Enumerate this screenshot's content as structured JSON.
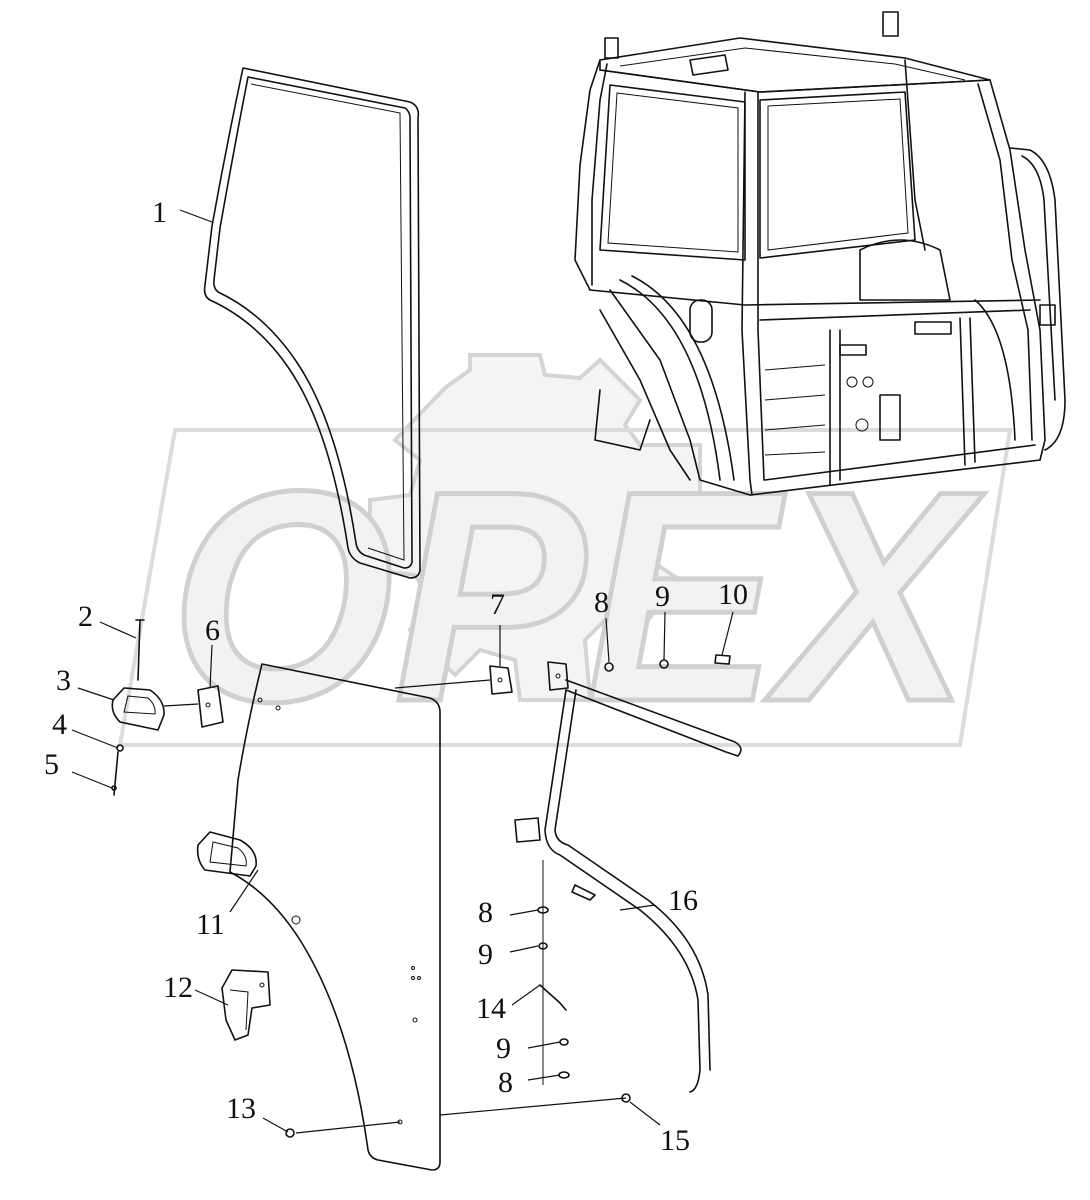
{
  "watermark": {
    "text": "OPEX",
    "color": "#d9d9d9"
  },
  "colors": {
    "line": "#111111",
    "background": "#ffffff"
  },
  "labels": [
    {
      "id": "1",
      "text": "1"
    },
    {
      "id": "2",
      "text": "2"
    },
    {
      "id": "3",
      "text": "3"
    },
    {
      "id": "4",
      "text": "4"
    },
    {
      "id": "5",
      "text": "5"
    },
    {
      "id": "6",
      "text": "6"
    },
    {
      "id": "7",
      "text": "7"
    },
    {
      "id": "8a",
      "text": "8"
    },
    {
      "id": "9a",
      "text": "9"
    },
    {
      "id": "10",
      "text": "10"
    },
    {
      "id": "11",
      "text": "11"
    },
    {
      "id": "12",
      "text": "12"
    },
    {
      "id": "13",
      "text": "13"
    },
    {
      "id": "14",
      "text": "14"
    },
    {
      "id": "15",
      "text": "15"
    },
    {
      "id": "16",
      "text": "16"
    },
    {
      "id": "8b",
      "text": "8"
    },
    {
      "id": "9b",
      "text": "9"
    },
    {
      "id": "9c",
      "text": "9"
    },
    {
      "id": "8c",
      "text": "8"
    }
  ]
}
